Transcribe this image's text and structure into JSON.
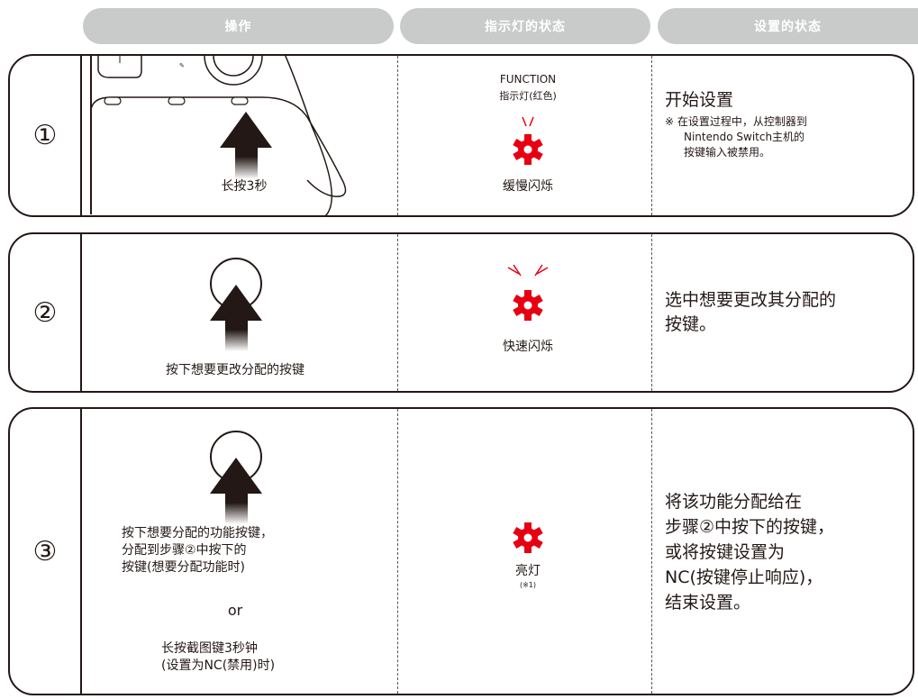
{
  "header": {
    "col1": "操作",
    "col2": "指示灯的状态",
    "col3": "设置的状态"
  },
  "colors": {
    "accent_red": "#e60012",
    "header_gray": "#c9caca",
    "ink": "#231815"
  },
  "rows": [
    {
      "number": "①",
      "operation": "长按3秒",
      "indicator_label_line1": "FUNCTION",
      "indicator_label_line2": "指示灯(红色)",
      "indicator_state": "缓慢闪烁",
      "setting_title": "开始设置",
      "setting_note_line1": "※ 在设置过程中，从控制器到",
      "setting_note_line2": "Nintendo Switch主机的",
      "setting_note_line3": "按键输入被禁用。",
      "icon": "gear-icon"
    },
    {
      "number": "②",
      "operation": "按下想要更改分配的按键",
      "indicator_state": "快速闪烁",
      "setting_line1": "选中想要更改其分配的",
      "setting_line2": "按键。",
      "icon": "gear-icon"
    },
    {
      "number": "③",
      "operation_line1": "按下想要分配的功能按键，",
      "operation_line2": "分配到步骤②中按下的",
      "operation_line3": "按键(想要分配功能时)",
      "operation_or": "or",
      "operation_alt_line1": "长按截图键3秒钟",
      "operation_alt_line2": "(设置为NC(禁用)时)",
      "indicator_state": "亮灯",
      "indicator_note": "(※1)",
      "setting_line1": "将该功能分配给在",
      "setting_line2": "步骤②中按下的按键，",
      "setting_line3": "或将按键设置为",
      "setting_line4": "NC(按键停止响应)，",
      "setting_line5": "结束设置。",
      "icon": "gear-icon"
    }
  ]
}
